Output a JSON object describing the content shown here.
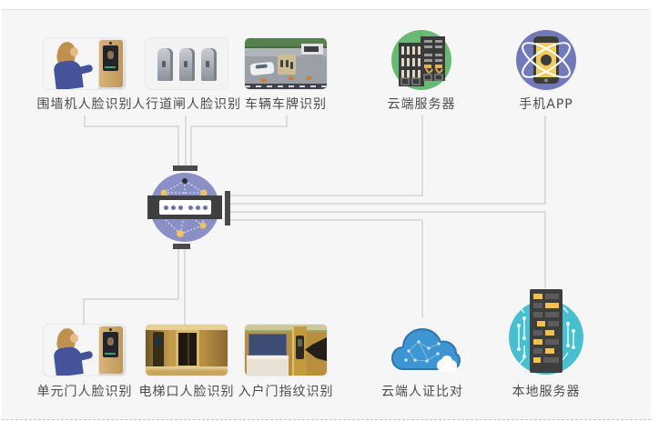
{
  "diagram": {
    "nodes": {
      "wall_face": {
        "label": "围墙机人脸识别"
      },
      "gate_face": {
        "label": "人行道闸人脸识别"
      },
      "vehicle_plate": {
        "label": "车辆车牌识别"
      },
      "cloud_server": {
        "label": "云端服务器"
      },
      "mobile_app": {
        "label": "手机APP"
      },
      "unit_door_face": {
        "label": "单元门人脸识别"
      },
      "elevator_face": {
        "label": "电梯口人脸识别"
      },
      "entry_fingerprint": {
        "label": "入户门指纹识别"
      },
      "cloud_id_compare": {
        "label": "云端人证比对"
      },
      "local_server": {
        "label": "本地服务器"
      }
    },
    "colors": {
      "panel_bg": "#f6f6f6",
      "connector_line": "#c3c3c3",
      "label_text": "#4c4c4c",
      "hub_circle": "#8a90c6",
      "hub_bar": "#3f3f3f",
      "hub_indicator_dot": "#6a71ad",
      "network_node_yellow": "#edc45f",
      "cloud_server_circle": "#68b973",
      "mobile_app_circle": "#7179b8",
      "phone_screen_yellow": "#f0cb5c",
      "cloud_compare_blue": "#3d95d1",
      "local_server_circle": "#47bfcf",
      "server_accent_yellow": "#f2c24e"
    }
  }
}
